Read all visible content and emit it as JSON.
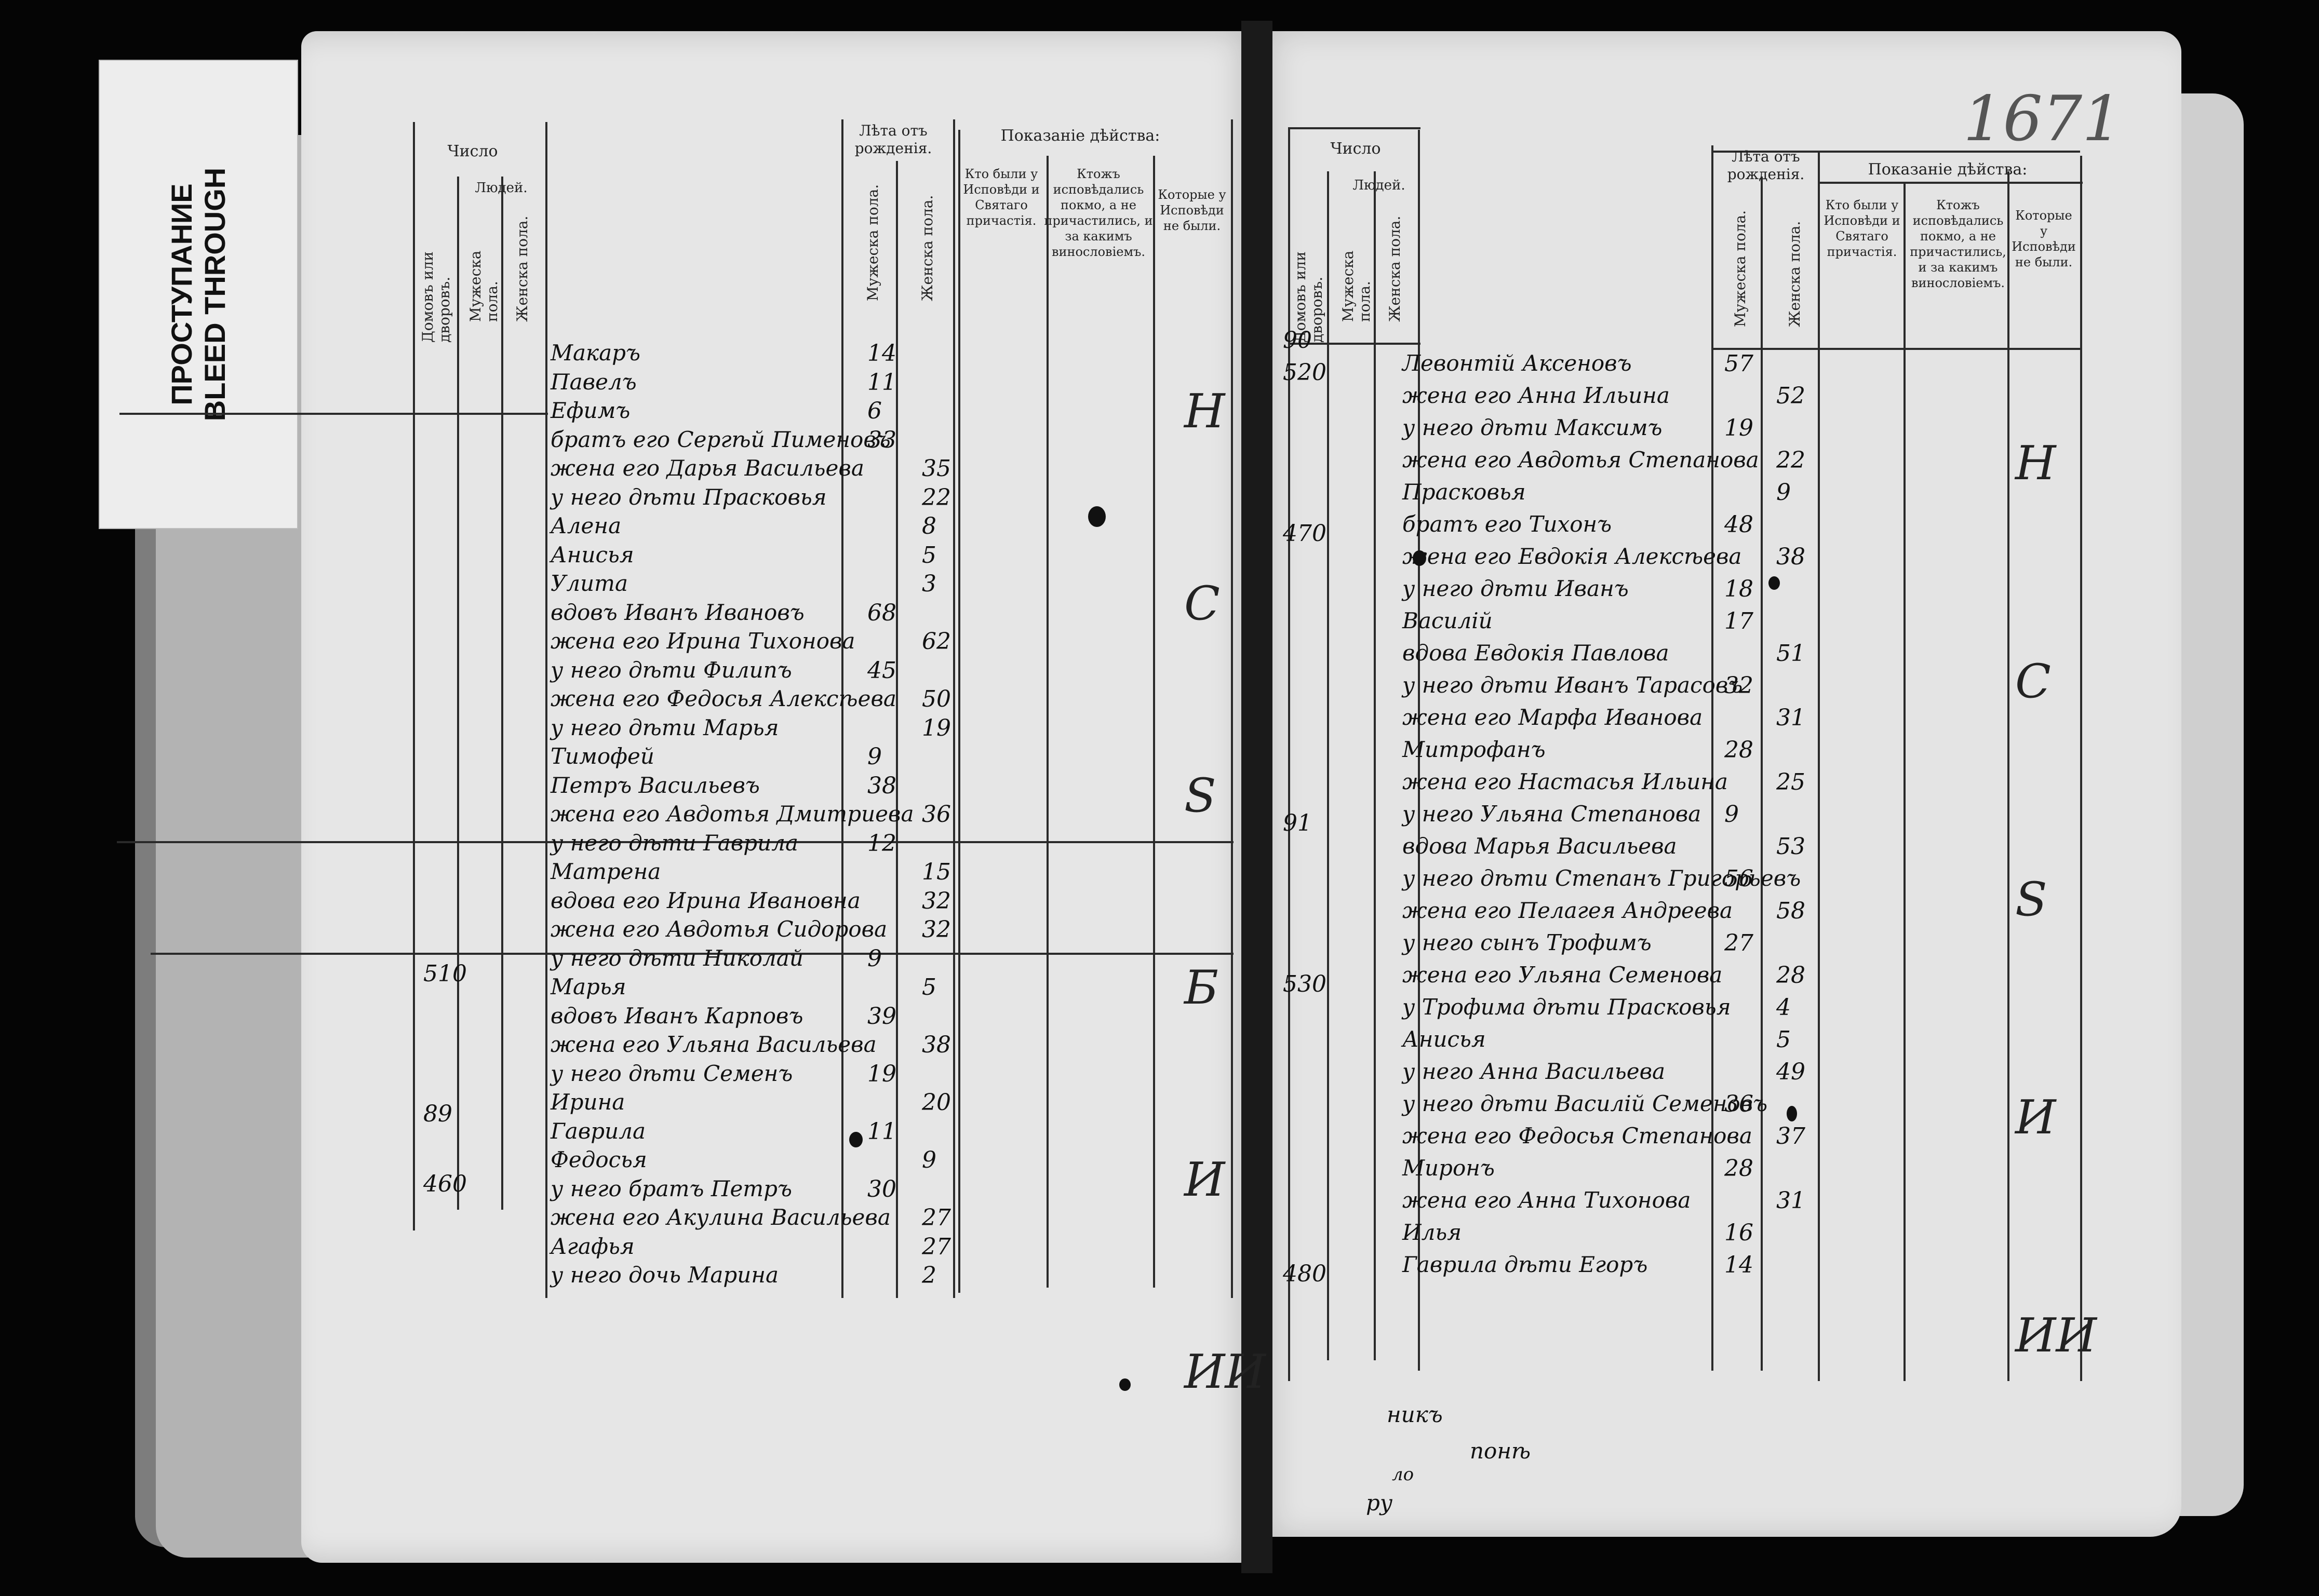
{
  "label": {
    "line1": "ПРОСТУПАНИЕ",
    "line2": "BLEED THROUGH"
  },
  "folio": "1671",
  "header": {
    "chislo": "Число",
    "lyudei": "Людей.",
    "domov": "Домовъ или дворовъ.",
    "muzh_pola": "Мужеска пола.",
    "zhen_pola": "Женска пола.",
    "leta": "Лѣта отъ рожденія.",
    "muzh_col": "Мужеска пола.",
    "zhen_col": "Женска пола.",
    "pokazanie": "Показаніе дѣйства:",
    "kto_byli": "Кто были у Исповѣди и Святаго причастія.",
    "ktozh_ispov": "Ктожъ исповѣдались покмо, а не причастились, и за какимъ винословіемъ.",
    "kotorye": "Которые у Исповѣди не были."
  },
  "left_page": {
    "yard_numbers": [
      {
        "text": "89",
        "row": 8
      },
      {
        "text": "510",
        "row": 6
      },
      {
        "text": "460",
        "row": 9
      }
    ],
    "entries": [
      {
        "name": "Макаръ",
        "m": "14",
        "f": ""
      },
      {
        "name": "Павелъ",
        "m": "11",
        "f": ""
      },
      {
        "name": "Ефимъ",
        "m": "6",
        "f": ""
      },
      {
        "name": "братъ его Сергѣй Пименовъ",
        "m": "33",
        "f": ""
      },
      {
        "name": "жена его Дарья Васильева",
        "m": "",
        "f": "35"
      },
      {
        "name": "у него дѣти Прасковья",
        "m": "",
        "f": "22"
      },
      {
        "name": "Алена",
        "m": "",
        "f": "8"
      },
      {
        "name": "Анисья",
        "m": "",
        "f": "5"
      },
      {
        "name": "Улита",
        "m": "",
        "f": "3"
      },
      {
        "name": "вдовъ Иванъ Ивановъ",
        "m": "68",
        "f": ""
      },
      {
        "name": "жена его Ирина Тихонова",
        "m": "",
        "f": "62"
      },
      {
        "name": "у него дѣти Филипъ",
        "m": "45",
        "f": ""
      },
      {
        "name": "жена его Федосья Алексѣева",
        "m": "",
        "f": "50"
      },
      {
        "name": "у него дѣти Марья",
        "m": "",
        "f": "19"
      },
      {
        "name": "Тимофей",
        "m": "9",
        "f": ""
      },
      {
        "name": "Петръ Васильевъ",
        "m": "38",
        "f": ""
      },
      {
        "name": "жена его Авдотья Дмитриева",
        "m": "",
        "f": "36"
      },
      {
        "name": "у него дѣти Гаврила",
        "m": "12",
        "f": ""
      },
      {
        "name": "Матрена",
        "m": "",
        "f": "15"
      },
      {
        "name": "вдова его Ирина Ивановна",
        "m": "",
        "f": "32"
      },
      {
        "name": "жена его Авдотья Сидорова",
        "m": "",
        "f": "32"
      },
      {
        "name": "у него дѣти Николай",
        "m": "9",
        "f": ""
      },
      {
        "name": "Марья",
        "m": "",
        "f": "5"
      },
      {
        "name": "вдовъ Иванъ Карповъ",
        "m": "39",
        "f": ""
      },
      {
        "name": "жена его Ульяна Васильева",
        "m": "",
        "f": "38"
      },
      {
        "name": "у него дѣти Семенъ",
        "m": "19",
        "f": ""
      },
      {
        "name": "Ирина",
        "m": "",
        "f": "20"
      },
      {
        "name": "Гаврила",
        "m": "11",
        "f": ""
      },
      {
        "name": "Федосья",
        "m": "",
        "f": "9"
      },
      {
        "name": "у него братъ Петръ",
        "m": "30",
        "f": ""
      },
      {
        "name": "жена его Акулина Васильева",
        "m": "",
        "f": "27"
      },
      {
        "name": "Агафья",
        "m": "",
        "f": "27"
      },
      {
        "name": "у него дочь Марина",
        "m": "",
        "f": "2"
      }
    ],
    "marks": [
      "Н",
      "С",
      "S",
      "Б",
      "И",
      "ИИ"
    ]
  },
  "right_page": {
    "yard_numbers": [
      {
        "text": "90",
        "row": 0
      },
      {
        "text": "520",
        "row": 1
      },
      {
        "text": "470",
        "row": 6
      },
      {
        "text": "91",
        "row": 15
      },
      {
        "text": "530",
        "row": 20
      },
      {
        "text": "480",
        "row": 29
      }
    ],
    "entries": [
      {
        "name": "Левонтій Аксеновъ",
        "m": "57",
        "f": ""
      },
      {
        "name": "жена его Анна Ильина",
        "m": "",
        "f": "52"
      },
      {
        "name": "у него дѣти Максимъ",
        "m": "19",
        "f": ""
      },
      {
        "name": "жена его Авдотья Степанова",
        "m": "",
        "f": "22"
      },
      {
        "name": "Прасковья",
        "m": "",
        "f": "9"
      },
      {
        "name": "братъ его Тихонъ",
        "m": "48",
        "f": ""
      },
      {
        "name": "жена его Евдокія Алексѣева",
        "m": "",
        "f": "38"
      },
      {
        "name": "у него дѣти Иванъ",
        "m": "18",
        "f": ""
      },
      {
        "name": "Василій",
        "m": "17",
        "f": ""
      },
      {
        "name": "вдова Евдокія Павлова",
        "m": "",
        "f": "51"
      },
      {
        "name": "у него дѣти Иванъ Тарасовъ",
        "m": "32",
        "f": ""
      },
      {
        "name": "жена его Марфа Иванова",
        "m": "",
        "f": "31"
      },
      {
        "name": "Митрофанъ",
        "m": "28",
        "f": ""
      },
      {
        "name": "жена его Настасья Ильина",
        "m": "",
        "f": "25"
      },
      {
        "name": "у него Ульяна Степанова",
        "m": "9",
        "f": ""
      },
      {
        "name": "вдова Марья Васильева",
        "m": "",
        "f": "53"
      },
      {
        "name": "у него дѣти Степанъ Григорьевъ",
        "m": "56",
        "f": ""
      },
      {
        "name": "жена его Пелагея Андреева",
        "m": "",
        "f": "58"
      },
      {
        "name": "у него сынъ Трофимъ",
        "m": "27",
        "f": ""
      },
      {
        "name": "жена его Ульяна Семенова",
        "m": "",
        "f": "28"
      },
      {
        "name": "у Трофима дѣти Прасковья",
        "m": "",
        "f": "4"
      },
      {
        "name": "Анисья",
        "m": "",
        "f": "5"
      },
      {
        "name": "у него Анна Васильева",
        "m": "",
        "f": "49"
      },
      {
        "name": "у него дѣти Василій Семеновъ",
        "m": "36",
        "f": ""
      },
      {
        "name": "жена его Федосья Степанова",
        "m": "",
        "f": "37"
      },
      {
        "name": "Миронъ",
        "m": "28",
        "f": ""
      },
      {
        "name": "жена его Анна Тихонова",
        "m": "",
        "f": "31"
      },
      {
        "name": "Илья",
        "m": "16",
        "f": ""
      },
      {
        "name": "Гаврила дѣти Егоръ",
        "m": "14",
        "f": ""
      }
    ],
    "bottom_note": [
      "никъ",
      "понѣ",
      "ло",
      "ру"
    ],
    "marks": [
      "Н",
      "С",
      "S",
      "И",
      "ИИ"
    ]
  }
}
